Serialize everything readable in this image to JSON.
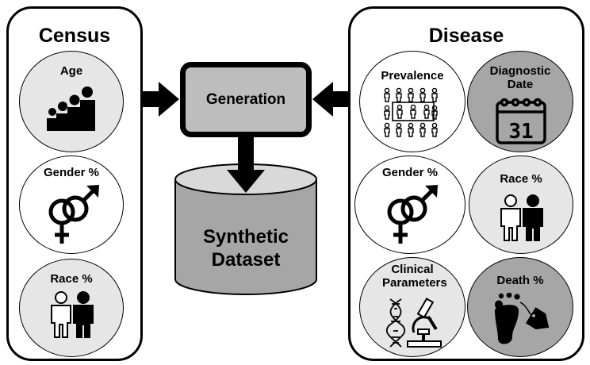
{
  "census": {
    "title": "Census",
    "items": [
      {
        "label": "Age",
        "icon": "family-age-icon"
      },
      {
        "label": "Gender %",
        "icon": "gender-symbols-icon"
      },
      {
        "label": "Race %",
        "icon": "two-people-icon"
      }
    ]
  },
  "disease": {
    "title": "Disease",
    "items": [
      {
        "label": "Prevalence",
        "icon": "population-grid-icon"
      },
      {
        "label": "Diagnostic Date",
        "icon": "calendar-icon",
        "calendar_day": "31"
      },
      {
        "label": "Gender %",
        "icon": "gender-symbols-icon"
      },
      {
        "label": "Race %",
        "icon": "two-people-icon"
      },
      {
        "label": "Clinical Parameters",
        "icon": "dna-microscope-icon"
      },
      {
        "label": "Death %",
        "icon": "foot-toe-tag-icon"
      }
    ]
  },
  "generation": {
    "label": "Generation"
  },
  "dataset": {
    "label_line1": "Synthetic",
    "label_line2": "Dataset"
  },
  "colors": {
    "light_circle": "#e6e6e6",
    "dark_circle": "#a6a6a6",
    "box_fill": "#bdbdbd",
    "db_fill": "#a6a6a6"
  }
}
